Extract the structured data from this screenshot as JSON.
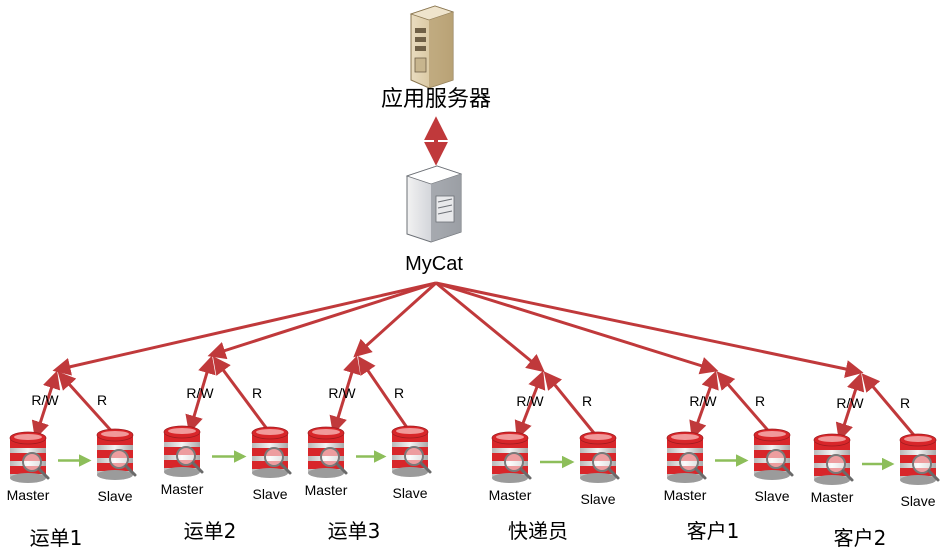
{
  "app_server": {
    "label": "应用服务器",
    "icon": "server-tower-icon"
  },
  "mycat": {
    "label": "MyCat",
    "icon": "server-tower-icon"
  },
  "colors": {
    "arrow": "#C0393B",
    "replication_arrow": "#8DBE5A",
    "db_red": "#D8262A"
  },
  "groups": [
    {
      "name": "运单1",
      "master_label": "Master",
      "slave_label": "Slave",
      "rw_label": "R/W",
      "r_label": "R"
    },
    {
      "name": "运单2",
      "master_label": "Master",
      "slave_label": "Slave",
      "rw_label": "R/W",
      "r_label": "R"
    },
    {
      "name": "运单3",
      "master_label": "Master",
      "slave_label": "Slave",
      "rw_label": "R/W",
      "r_label": "R"
    },
    {
      "name": "快递员",
      "master_label": "Master",
      "slave_label": "Slave",
      "rw_label": "R/W",
      "r_label": "R"
    },
    {
      "name": "客户1",
      "master_label": "Master",
      "slave_label": "Slave",
      "rw_label": "R/W",
      "r_label": "R"
    },
    {
      "name": "客户2",
      "master_label": "Master",
      "slave_label": "Slave",
      "rw_label": "R/W",
      "r_label": "R"
    }
  ]
}
